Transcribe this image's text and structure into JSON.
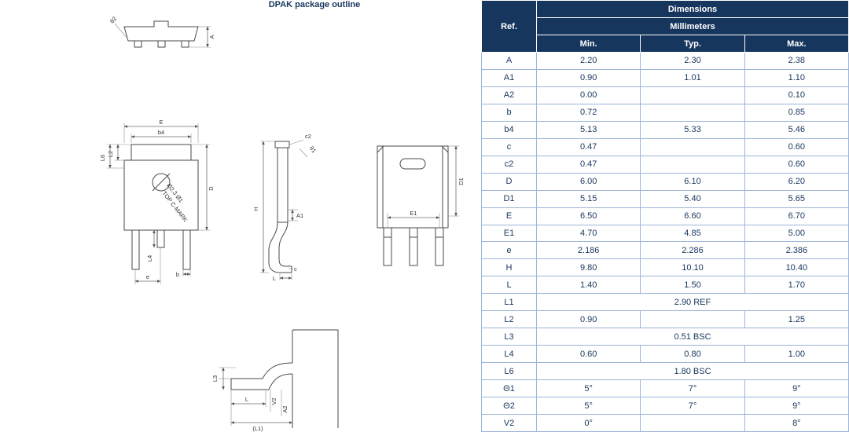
{
  "title": "DPAK package outline",
  "diagram": {
    "labels": {
      "theta2": "θ2",
      "a": "A",
      "e_width": "E",
      "b4": "b4",
      "l2": "L2",
      "l6": "L6",
      "d": "D",
      "mark1": "Ø2.3 Ø1",
      "mark2": "TOP C-MARK",
      "l4": "L4",
      "b": "b",
      "e_pitch": "e",
      "c2": "c2",
      "theta1": "θ1",
      "h": "H",
      "a1": "A1",
      "l_side": "L",
      "c": "c",
      "e1": "E1",
      "d1": "D1",
      "l3": "L3",
      "l_foot": "L",
      "v2": "V2",
      "a2": "A2",
      "l1": "(L1)"
    }
  },
  "table": {
    "ref_header": "Ref.",
    "group_header": "Dimensions",
    "unit_header": "Millimeters",
    "columns": [
      "Min.",
      "Typ.",
      "Max."
    ],
    "rows": [
      {
        "ref": "A",
        "min": "2.20",
        "typ": "2.30",
        "max": "2.38"
      },
      {
        "ref": "A1",
        "min": "0.90",
        "typ": "1.01",
        "max": "1.10"
      },
      {
        "ref": "A2",
        "min": "0.00",
        "typ": "",
        "max": "0.10"
      },
      {
        "ref": "b",
        "min": "0.72",
        "typ": "",
        "max": "0.85"
      },
      {
        "ref": "b4",
        "min": "5.13",
        "typ": "5.33",
        "max": "5.46"
      },
      {
        "ref": "c",
        "min": "0.47",
        "typ": "",
        "max": "0.60"
      },
      {
        "ref": "c2",
        "min": "0.47",
        "typ": "",
        "max": "0.60"
      },
      {
        "ref": "D",
        "min": "6.00",
        "typ": "6.10",
        "max": "6.20"
      },
      {
        "ref": "D1",
        "min": "5.15",
        "typ": "5.40",
        "max": "5.65"
      },
      {
        "ref": "E",
        "min": "6.50",
        "typ": "6.60",
        "max": "6.70"
      },
      {
        "ref": "E1",
        "min": "4.70",
        "typ": "4.85",
        "max": "5.00"
      },
      {
        "ref": "e",
        "min": "2.186",
        "typ": "2.286",
        "max": "2.386"
      },
      {
        "ref": "H",
        "min": "9.80",
        "typ": "10.10",
        "max": "10.40"
      },
      {
        "ref": "L",
        "min": "1.40",
        "typ": "1.50",
        "max": "1.70"
      },
      {
        "ref": "L1",
        "span": "2.90 REF"
      },
      {
        "ref": "L2",
        "min": "0.90",
        "typ": "",
        "max": "1.25"
      },
      {
        "ref": "L3",
        "span": "0.51 BSC"
      },
      {
        "ref": "L4",
        "min": "0.60",
        "typ": "0.80",
        "max": "1.00"
      },
      {
        "ref": "L6",
        "span": "1.80 BSC"
      },
      {
        "ref": "Θ1",
        "min": "5°",
        "typ": "7°",
        "max": "9°"
      },
      {
        "ref": "Θ2",
        "min": "5°",
        "typ": "7°",
        "max": "9°"
      },
      {
        "ref": "V2",
        "min": "0°",
        "typ": "",
        "max": "8°"
      }
    ]
  }
}
